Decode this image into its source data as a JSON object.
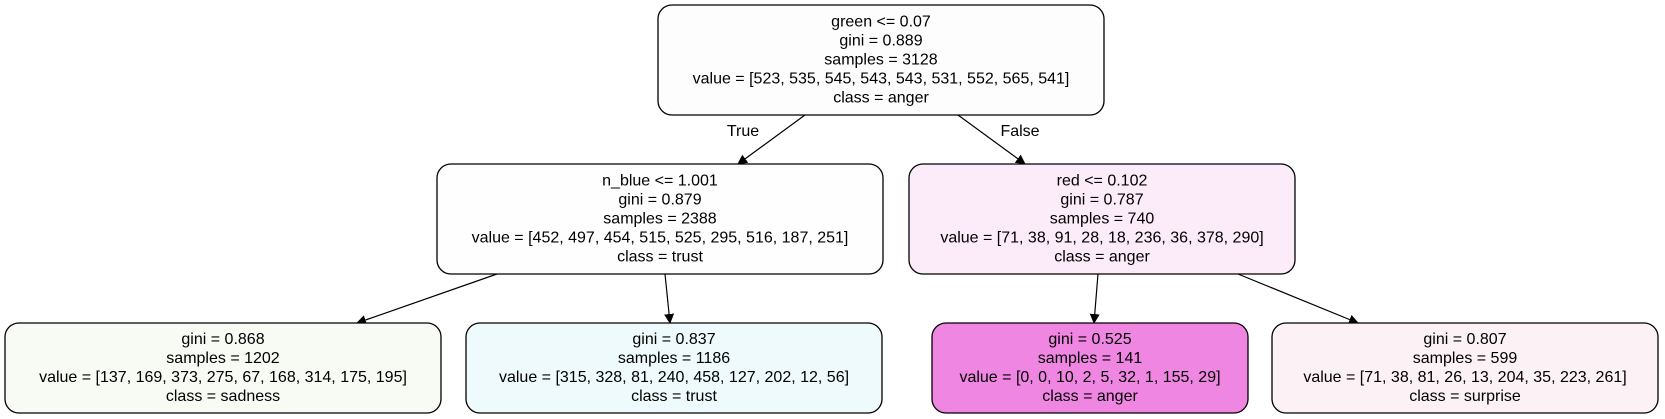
{
  "tree": {
    "nodes": [
      {
        "id": "root",
        "fill": "#fdfdfd",
        "lines": [
          "green <= 0.07",
          "gini = 0.889",
          "samples = 3128",
          "value = [523, 535, 545, 543, 543, 531, 552, 565, 541]",
          "class = anger"
        ]
      },
      {
        "id": "left",
        "fill": "#fefefe",
        "lines": [
          "n_blue <= 1.001",
          "gini = 0.879",
          "samples = 2388",
          "value = [452, 497, 454, 515, 525, 295, 516, 187, 251]",
          "class = trust"
        ]
      },
      {
        "id": "right",
        "fill": "#fcebf9",
        "lines": [
          "red <= 0.102",
          "gini = 0.787",
          "samples = 740",
          "value = [71, 38, 91, 28, 18, 236, 36, 378, 290]",
          "class = anger"
        ]
      },
      {
        "id": "leaf-1",
        "fill": "#f7fbf4",
        "lines": [
          "gini = 0.868",
          "samples = 1202",
          "value = [137, 169, 373, 275, 67, 168, 314, 175, 195]",
          "class = sadness"
        ]
      },
      {
        "id": "leaf-2",
        "fill": "#eefafb",
        "lines": [
          "gini = 0.837",
          "samples = 1186",
          "value = [315, 328, 81, 240, 458, 127, 202, 12, 56]",
          "class = trust"
        ]
      },
      {
        "id": "leaf-3",
        "fill": "#ef86e2",
        "lines": [
          "gini = 0.525",
          "samples = 141",
          "value = [0, 0, 10, 2, 5, 32, 1, 155, 29]",
          "class = anger"
        ]
      },
      {
        "id": "leaf-4",
        "fill": "#fcf2f5",
        "lines": [
          "gini = 0.807",
          "samples = 599",
          "value = [71, 38, 81, 26, 13, 204, 35, 223, 261]",
          "class = surprise"
        ]
      }
    ],
    "edges": [
      {
        "from": "root",
        "to": "left",
        "label": "True"
      },
      {
        "from": "root",
        "to": "right",
        "label": "False"
      },
      {
        "from": "left",
        "to": "leaf-1",
        "label": ""
      },
      {
        "from": "left",
        "to": "leaf-2",
        "label": ""
      },
      {
        "from": "right",
        "to": "leaf-3",
        "label": ""
      },
      {
        "from": "right",
        "to": "leaf-4",
        "label": ""
      }
    ]
  }
}
